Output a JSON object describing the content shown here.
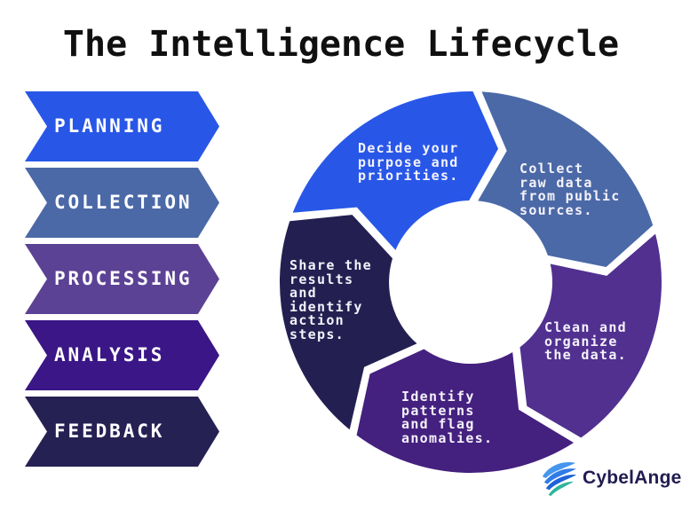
{
  "title": "The Intelligence Lifecycle",
  "stages": [
    {
      "label": "PLANNING",
      "color": "#2857e8"
    },
    {
      "label": "COLLECTION",
      "color": "#4b69a7"
    },
    {
      "label": "PROCESSING",
      "color": "#5c4294"
    },
    {
      "label": "ANALYSIS",
      "color": "#3a1687"
    },
    {
      "label": "FEEDBACK",
      "color": "#262153"
    }
  ],
  "cycle": {
    "segments": [
      {
        "id": "planning",
        "label": "Decide your\npurpose and\npriorities.",
        "color": "#2857e8",
        "start": 290,
        "end": 362
      },
      {
        "id": "collection",
        "label": "Collect\nraw data\nfrom public\nsources.",
        "color": "#4b69a7",
        "start": 2,
        "end": 74
      },
      {
        "id": "processing",
        "label": "Clean and\norganize\nthe data.",
        "color": "#513090",
        "start": 74,
        "end": 146
      },
      {
        "id": "analysis",
        "label": "Identify\npatterns\nand flag\nanomalies.",
        "color": "#44207f",
        "start": 146,
        "end": 218
      },
      {
        "id": "feedback",
        "label": "Share the\nresults\nand\nidentify\naction\nsteps.",
        "color": "#232051",
        "start": 218,
        "end": 290
      }
    ]
  },
  "logo": {
    "text": "CybelAngel",
    "color": "#211c51",
    "wing_blues": [
      "#4596ee",
      "#2f7be8",
      "#1d63d8"
    ],
    "wing_teal": "#2eb49c"
  }
}
